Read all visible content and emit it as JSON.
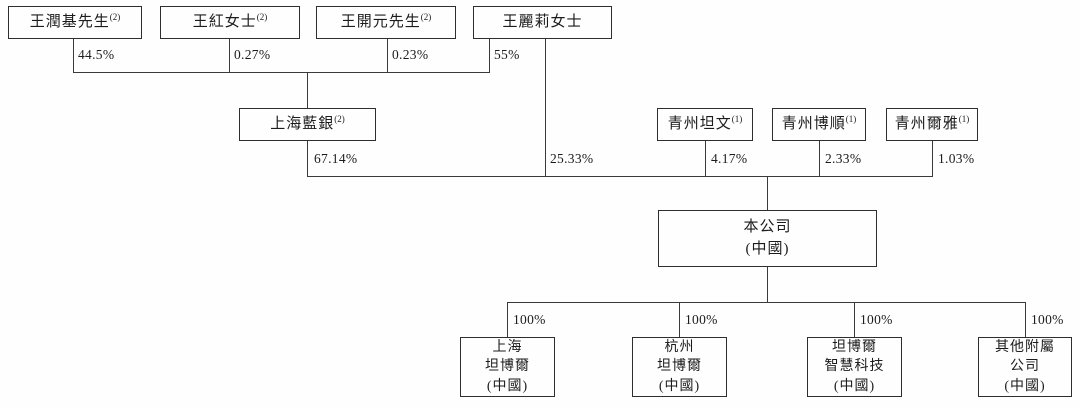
{
  "palette": {
    "line": "#3a3a3a",
    "text": "#1c1c1c",
    "background": "#fefefe"
  },
  "shareholders_top": [
    {
      "label": "王潤基先生",
      "sup": "(2)",
      "pct": "44.5%"
    },
    {
      "label": "王紅女士",
      "sup": "(2)",
      "pct": "0.27%"
    },
    {
      "label": "王開元先生",
      "sup": "(2)",
      "pct": "0.23%"
    },
    {
      "label": "王麗莉女士",
      "sup": "",
      "pct": "55%",
      "pct_direct": "25.33%"
    }
  ],
  "mid_entities": {
    "shanghai_lanyin": {
      "label": "上海藍銀",
      "sup": "(2)",
      "pct": "67.14%"
    },
    "qingzhou_tanwen": {
      "label": "青州坦文",
      "sup": "(1)",
      "pct": "4.17%"
    },
    "qingzhou_boshun": {
      "label": "青州博順",
      "sup": "(1)",
      "pct": "2.33%"
    },
    "qingzhou_erya": {
      "label": "青州爾雅",
      "sup": "(1)",
      "pct": "1.03%"
    }
  },
  "company": {
    "name": "本公司",
    "country": "(中國)"
  },
  "subsidiaries": [
    {
      "lines": [
        "上海",
        "坦博爾",
        "(中國)"
      ],
      "pct": "100%"
    },
    {
      "lines": [
        "杭州",
        "坦博爾",
        "(中國)"
      ],
      "pct": "100%"
    },
    {
      "lines": [
        "坦博爾",
        "智慧科技",
        "(中國)"
      ],
      "pct": "100%"
    },
    {
      "lines": [
        "其他附屬",
        "公司",
        "(中國)"
      ],
      "pct": "100%"
    }
  ]
}
